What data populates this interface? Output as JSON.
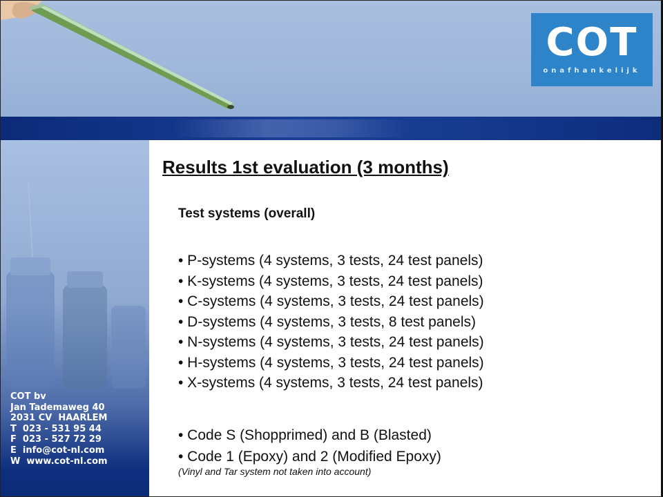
{
  "logo": {
    "brand": "COT",
    "tagline": "onafhankelijk"
  },
  "title": "Results 1st evaluation (3 months)",
  "subtitle": "Test systems (overall)",
  "systems": [
    "• P-systems (4 systems, 3 tests, 24 test panels)",
    "• K-systems (4 systems, 3 tests, 24 test panels)",
    "• C-systems (4 systems, 3 tests, 24 test panels)",
    "• D-systems (4 systems, 3 tests, 8 test panels)",
    "• N-systems (4 systems, 3 tests, 24 test panels)",
    "• H-systems (4 systems, 3 tests, 24 test panels)",
    "• X-systems (4 systems, 3 tests, 24 test panels)"
  ],
  "codes": [
    "• Code S (Shopprimed) and B (Blasted)",
    "• Code 1 (Epoxy) and 2 (Modified Epoxy)"
  ],
  "note": "(Vinyl and Tar system not taken into account)",
  "contact": {
    "company": "COT bv",
    "street": "Jan Tademaweg 40",
    "city": "2031 CV  HAARLEM",
    "phone": "T  023 - 531 95 44",
    "fax": "F  023 - 527 72 29",
    "email": "E  info@cot-nl.com",
    "web": "W  www.cot-nl.com"
  },
  "colors": {
    "header": "#a8bfe0",
    "band": "#163a8e",
    "logo": "#2d84c8",
    "sidebar_bottom": "#0b2a78"
  }
}
